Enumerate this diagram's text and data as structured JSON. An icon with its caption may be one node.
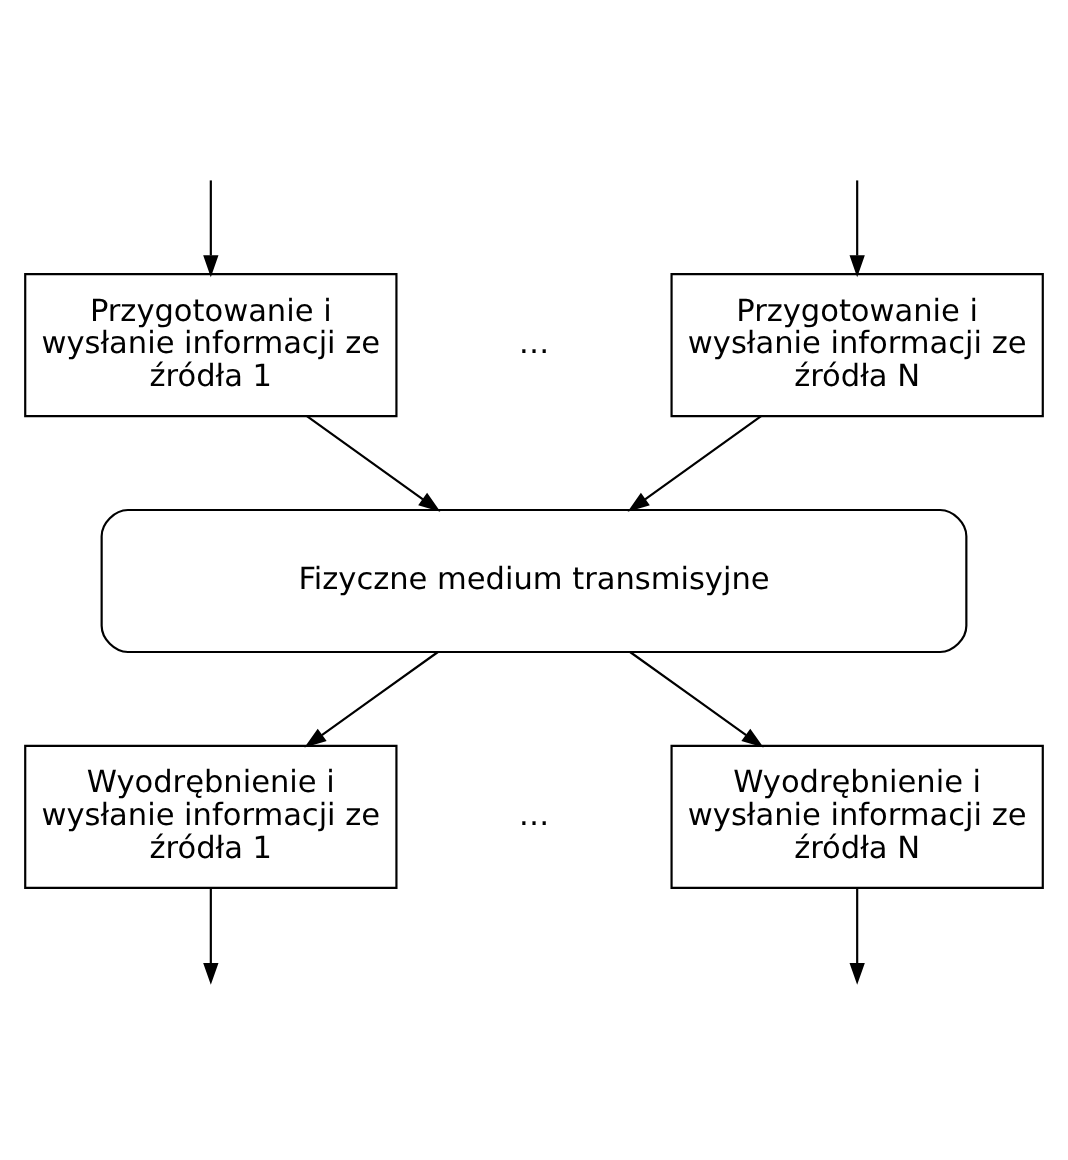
{
  "diagram": {
    "nodes": [
      {
        "text": [
          "Przygotowanie i wysłanie informacji ze źródła 1"
        ]
      },
      {
        "text": [
          "Przygotowanie i wysłanie informacji ze źródła N"
        ]
      },
      {
        "text": [
          "Fizyczne medium transmisyjne"
        ]
      },
      {
        "text": [
          "Wyodrębnienie i wysłanie informacji ze źródła 1"
        ]
      },
      {
        "text": [
          "Wyodrębnienie i wysłanie informacji ze źródła N"
        ]
      }
    ],
    "edges": [
      {
        "from": null,
        "to": 0,
        "arrow": "to"
      },
      {
        "from": null,
        "to": 1,
        "arrow": "to"
      },
      {
        "from": 0,
        "to": 2,
        "arrow": "to"
      },
      {
        "from": 1,
        "to": 2,
        "arrow": "to"
      },
      {
        "from": 2,
        "to": 3,
        "arrow": "to"
      },
      {
        "from": 2,
        "to": 4,
        "arrow": "to"
      },
      {
        "from": 3,
        "to": null,
        "arrow": "to"
      },
      {
        "from": 4,
        "to": null,
        "arrow": "to"
      }
    ],
    "labels": [
      "…",
      "…"
    ]
  }
}
